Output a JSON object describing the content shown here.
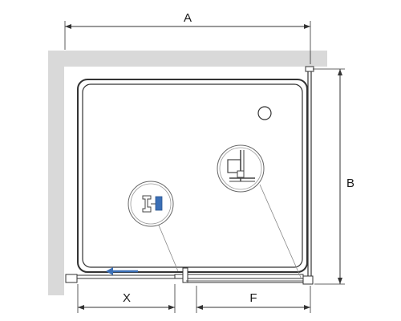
{
  "dimensions": {
    "a_label": "A",
    "b_label": "B",
    "x_label": "X",
    "f_label": "F"
  },
  "colors": {
    "wall": "#d9d9d9",
    "line": "#333333",
    "dim_line": "#333333",
    "arrow": "#3b6fb6",
    "seal_profile": "#3b6fb6"
  },
  "icons": {
    "opening_direction": "arrow-left-icon",
    "drain": "drain-circle-icon",
    "magnifier_left": "seal-profile-detail-icon",
    "magnifier_right": "corner-profile-detail-icon"
  }
}
